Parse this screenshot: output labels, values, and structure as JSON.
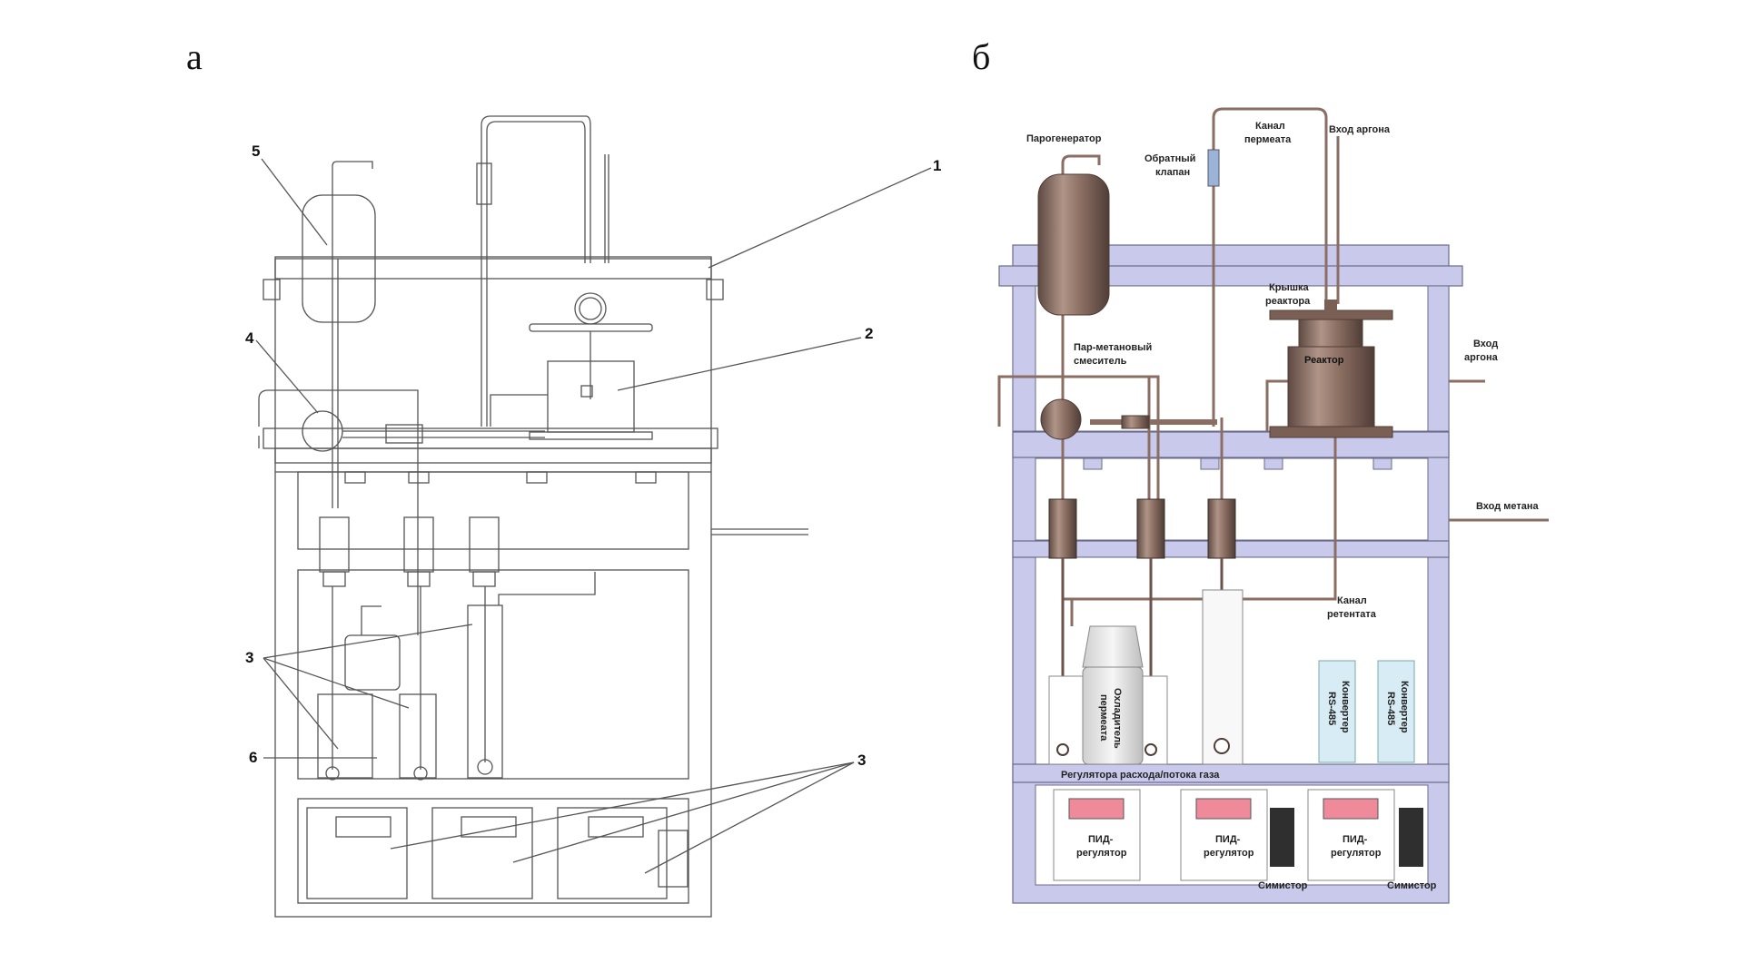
{
  "panels": {
    "a": {
      "letter": "а"
    },
    "b": {
      "letter": "б"
    }
  },
  "numbers": {
    "n1": "1",
    "n2": "2",
    "n3a": "3",
    "n3b": "3",
    "n4": "4",
    "n5": "5",
    "n6": "6"
  },
  "labels": {
    "steam_generator": "Парогенератор",
    "check_valve_1": "Обратный",
    "check_valve_2": "клапан",
    "permeate_channel_1": "Канал",
    "permeate_channel_2": "пермеата",
    "argon_inlet_top": "Вход аргона",
    "reactor_lid_1": "Крышка",
    "reactor_lid_2": "реактора",
    "mixer_1": "Пар-метановый",
    "mixer_2": "смеситель",
    "reactor": "Реактор",
    "argon_inlet_side_1": "Вход",
    "argon_inlet_side_2": "аргона",
    "methane_inlet": "Вход метана",
    "retentate_channel_1": "Канал",
    "retentate_channel_2": "ретентата",
    "permeate_cooler_1": "Охладитель",
    "permeate_cooler_2": "пермеата",
    "converter1_1": "Конвертер",
    "converter1_2": "RS-485",
    "converter2_1": "Конвертер",
    "converter2_2": "RS-485",
    "flow_regulators": "Регулятора расхода/потока газа",
    "pid1_1": "ПИД-",
    "pid1_2": "регулятор",
    "pid2_1": "ПИД-",
    "pid2_2": "регулятор",
    "pid3_1": "ПИД-",
    "pid3_2": "регулятор",
    "triac1": "Симистор",
    "triac2": "Симистор"
  },
  "colors": {
    "frame_fill": "#c9c9ec",
    "frame_stroke": "#6a6a8a",
    "metal": "#8a6e63",
    "pid_display": "#ef8a9a",
    "converter": "#d7ecf4",
    "triac": "#2f2f2f"
  }
}
